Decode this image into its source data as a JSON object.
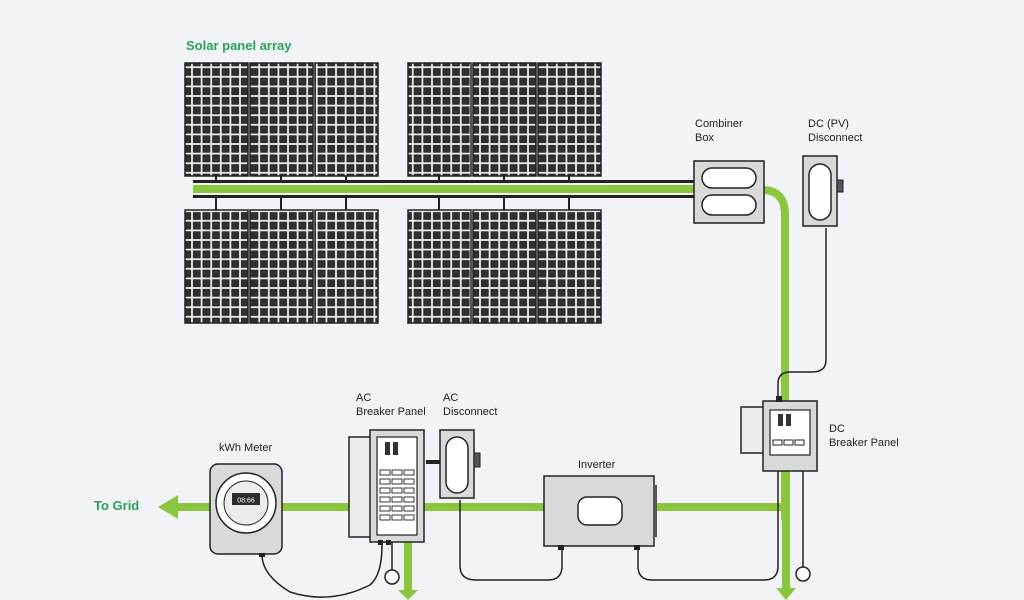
{
  "colors": {
    "background": "#f1f3f6",
    "accent_green": "#2aa05a",
    "wire_green": "#8cc63f",
    "panel_dark": "#2b2b2b",
    "device_gray": "#d9d9d9"
  },
  "labels": {
    "solar_panel_array": "Solar panel array",
    "combiner_box": "Combiner\nBox",
    "dc_pv_disconnect": "DC (PV)\nDisconnect",
    "dc_breaker_panel": "DC\nBreaker Panel",
    "inverter": "Inverter",
    "ac_disconnect": "AC\nDisconnect",
    "ac_breaker_panel": "AC\nBreaker Panel",
    "kwh_meter": "kWh Meter",
    "meter_reading": "08:66",
    "to_grid": "To Grid"
  }
}
